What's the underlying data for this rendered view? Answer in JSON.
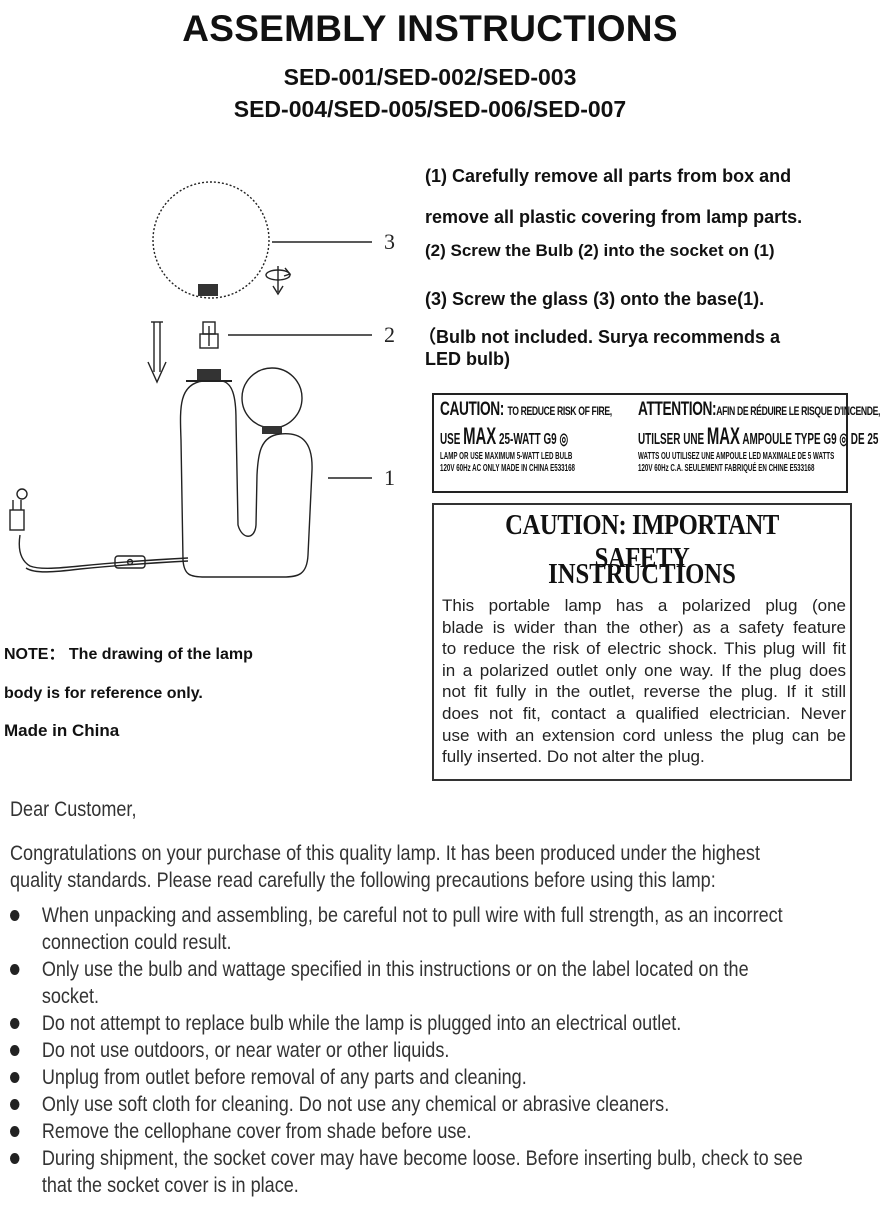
{
  "header": {
    "title": "ASSEMBLY INSTRUCTIONS",
    "models_line1": "SED-001/SED-002/SED-003",
    "models_line2": "SED-004/SED-005/SED-006/SED-007"
  },
  "steps": {
    "s1_line1": "(1) Carefully remove all parts from box and",
    "s1_line2": "remove all plastic covering from lamp parts.",
    "s2": "(2) Screw the Bulb (2) into the socket on (1)",
    "s3": "(3) Screw the glass (3)  onto the base(1).",
    "s3_note1": "（Bulb not included. Surya recommends a",
    "s3_note2": "LED bulb)"
  },
  "diagram": {
    "callout_3": "3",
    "callout_2": "2",
    "callout_1": "1"
  },
  "note": {
    "line1": "NOTE： The drawing of the lamp",
    "line2": "body is for reference only.",
    "made_in": "Made in China"
  },
  "label": {
    "en_caution": "CAUTION:",
    "en_caution_rest": "TO REDUCE RISK OF FIRE,",
    "en_use": "USE",
    "en_max": "MAX",
    "en_watt": "25-WATT G9",
    "en_line3": "LAMP OR USE MAXIMUM 5-WATT LED BULB",
    "en_line4": "120V 60Hz AC ONLY MADE IN CHINA  E533168",
    "fr_attention": "ATTENTION:",
    "fr_attention_rest": "AFIN DE RÉDUIRE LE RISQUE D'INCENDE,",
    "fr_use": "UTILSER UNE",
    "fr_max": "MAX",
    "fr_watt": "AMPOULE TYPE G9",
    "fr_de": "DE 25",
    "fr_line3": "WATTS OU UTILISEZ UNE AMPOULE LED MAXIMALE DE 5 WATTS",
    "fr_line4": "120V 60Hz C.A. SEULEMENT FABRIQUÉ EN CHINE  E533168"
  },
  "safety": {
    "heading1": "CAUTION: IMPORTANT SAFETY",
    "heading2": "INSTRUCTIONS",
    "l1": "This portable lamp has a polarized plug (one",
    "l2": "blade is wider than the other) as a safety feature",
    "l3": "to reduce the risk of electric shock. This plug will fit",
    "l4": "in a polarized outlet only one way. If the plug does",
    "l5": "not fit fully in the outlet, reverse the plug. If it still",
    "l6": "does not fit, contact a qualified electrician. Never",
    "l7": "use with an extension cord unless the plug can be",
    "l8": "fully inserted. Do not alter the plug."
  },
  "customer": {
    "greeting": "Dear Customer,",
    "intro1": "Congratulations on your purchase of this quality lamp. It has been produced under the highest",
    "intro2": "quality standards. Please read carefully the following precautions before using this lamp:",
    "bullets": [
      {
        "l1": "When unpacking and assembling, be careful not to pull wire with full strength, as an incorrect",
        "l2": "connection could result."
      },
      {
        "l1": "Only use the bulb and wattage specified in this instructions or on the label located on the",
        "l2": "socket."
      },
      {
        "l1": "Do not attempt to replace bulb while the lamp is plugged into an electrical outlet."
      },
      {
        "l1": "Do not use outdoors, or near water or other liquids."
      },
      {
        "l1": "Unplug from outlet before removal of any parts and cleaning."
      },
      {
        "l1": "Only use soft cloth for cleaning. Do not use any chemical or abrasive cleaners."
      },
      {
        "l1": "Remove the cellophane cover from shade before use."
      },
      {
        "l1": "During shipment, the socket cover may have become loose. Before inserting bulb, check to see",
        "l2": "that the socket cover is in place."
      }
    ]
  }
}
